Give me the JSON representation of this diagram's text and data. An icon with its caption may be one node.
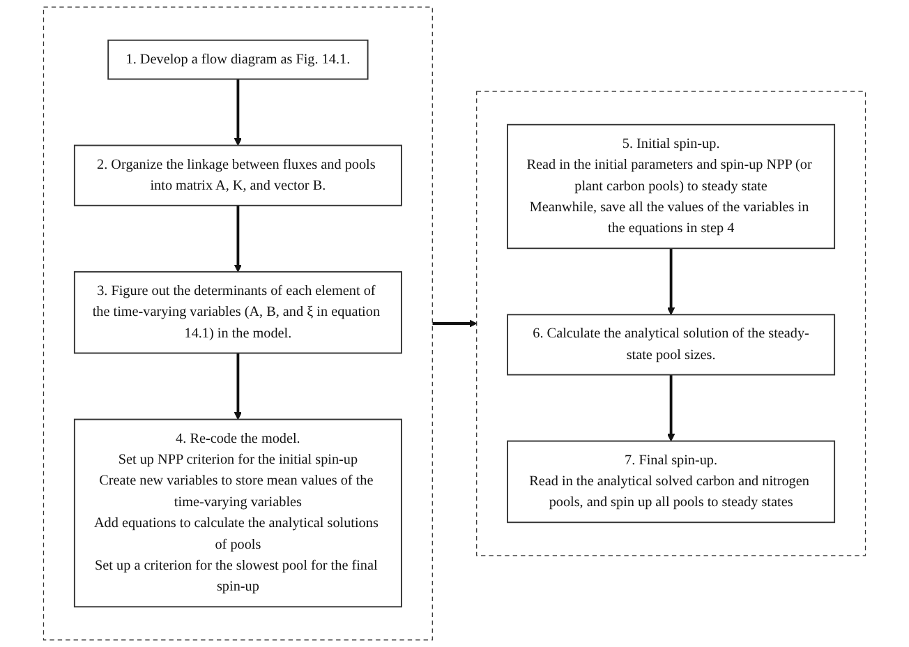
{
  "diagram": {
    "nodes": [
      {
        "text": [],
        "shape": "box"
      },
      {
        "text": [
          "1. Develop a flow diagram as Fig. 14.1."
        ],
        "in": 0
      },
      {
        "text": [
          "2. Organize the linkage between fluxes and pools into matrix A, K, and vector B."
        ],
        "in": 0
      },
      {
        "text": [
          "3. Figure out the determinants of each element of the time-varying variables (A, B, and ξ in equation 14.1) in the model."
        ],
        "in": 0
      },
      {
        "text": [
          "4. Re-code the model.",
          "Set up NPP criterion for the initial spin-up",
          "Create new variables to store mean values of the time-varying variables",
          "Add equations to calculate the analytical solutions of pools",
          "Set up a criterion for the slowest pool for the final spin-up"
        ],
        "in": 0
      },
      {
        "text": [],
        "shape": "box"
      },
      {
        "text": [
          "5. Initial spin-up.",
          "Read in the initial parameters and spin-up NPP (or plant carbon pools) to steady state",
          "Meanwhile, save all the values of the variables in the equations in step 4"
        ],
        "in": 5
      },
      {
        "text": [
          "6. Calculate the analytical solution of the steady-state pool sizes."
        ],
        "in": 5
      },
      {
        "text": [
          "7. Final spin-up.",
          "Read in the analytical solved carbon and nitrogen pools, and spin up all pools to steady states"
        ],
        "in": 5
      }
    ],
    "edges": [
      {
        "from": 1,
        "to": 2,
        "arrow": "to"
      },
      {
        "from": 2,
        "to": 3,
        "arrow": "to"
      },
      {
        "from": 3,
        "to": 4,
        "arrow": "to"
      },
      {
        "from": 0,
        "to": 5,
        "arrow": "to"
      },
      {
        "from": 6,
        "to": 7,
        "arrow": "to"
      },
      {
        "from": 7,
        "to": 8,
        "arrow": "to"
      }
    ]
  }
}
